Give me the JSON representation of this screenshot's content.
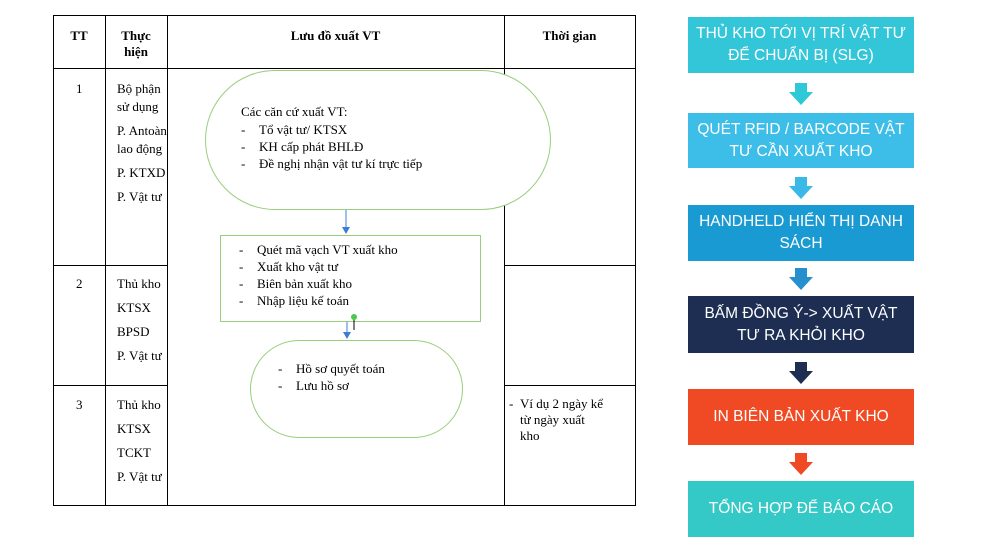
{
  "table": {
    "headers": {
      "tt": "TT",
      "actor_line1": "Thực",
      "actor_line2": "hiện",
      "flow": "Lưu đồ xuất VT",
      "time": "Thời gian"
    },
    "rows": [
      {
        "num": "1",
        "actors": [
          "Bộ phận",
          "sử dụng",
          "P. Antoàn",
          "lao động",
          "P. KTXD",
          "P. Vật tư"
        ]
      },
      {
        "num": "2",
        "actors": [
          "Thủ kho",
          "KTSX",
          "BPSD",
          "P. Vật tư"
        ]
      },
      {
        "num": "3",
        "actors": [
          "Thủ kho",
          "KTSX",
          "TCKT",
          "P. Vật tư"
        ]
      }
    ],
    "flow": {
      "box1": {
        "title": "Các căn cứ xuất VT:",
        "items": [
          "Tổ vật tư/ KTSX",
          "KH cấp phát BHLĐ",
          "Đề nghị nhận vật tư kí trực tiếp"
        ]
      },
      "box2": {
        "items": [
          "Quét mã vạch VT xuất kho",
          "Xuất kho vật tư",
          "Biên bản xuất kho",
          "Nhập liệu kế toán"
        ]
      },
      "box3": {
        "items": [
          "Hồ sơ quyết toán",
          "Lưu hồ sơ"
        ]
      }
    },
    "time_note": {
      "dash": "-",
      "lines": [
        "Ví dụ 2 ngày kể",
        "từ ngày xuất",
        "kho"
      ]
    }
  },
  "steps": [
    {
      "label": "THỦ KHO TỚI VỊ TRÍ VẬT TƯ ĐỂ CHUẨN BỊ (SLG)",
      "color": "#33c6d9",
      "arrow_color": "#2ec8d6"
    },
    {
      "label": "QUÉT RFID / BARCODE VẬT TƯ CẦN XUẤT KHO",
      "color": "#3dbee9",
      "arrow_color": "#38b9e7"
    },
    {
      "label": "HANDHELD HIỂN THỊ DANH SÁCH",
      "color": "#1a9ad2",
      "arrow_color": "#2690cf"
    },
    {
      "label": "BẤM ĐỒNG Ý-> XUẤT VẬT TƯ RA KHỎI KHO",
      "color": "#1d2e52",
      "arrow_color": "#1d2e52"
    },
    {
      "label": "IN BIÊN BẢN XUẤT KHO",
      "color": "#ef4a23",
      "arrow_color": "#ef4a23"
    },
    {
      "label": "TỔNG HỢP ĐỂ BÁO CÁO",
      "color": "#34c9c6",
      "arrow_color": null
    }
  ]
}
